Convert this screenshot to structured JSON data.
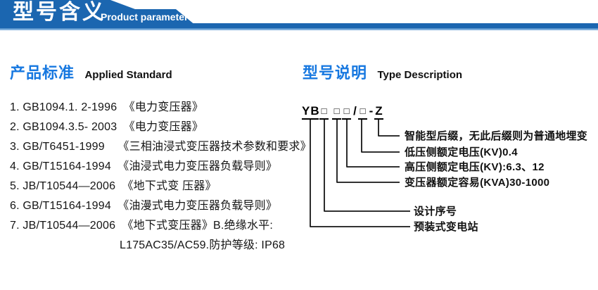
{
  "header": {
    "title_cn": "型号含义",
    "subtitle_en": "Product parameters",
    "banner_blue": "#1b66b0",
    "strip_light_blue": "#7fb0dd"
  },
  "standards": {
    "heading_cn": "产品标准",
    "heading_en": "Applied Standard",
    "items": [
      "1. GB1094.1. 2-1996  《电力变压器》",
      "2. GB1094.3.5- 2003  《电力变压器》",
      "3. GB/T6451-1999    《三相油浸式变压器技术参数和要求》",
      "4. GB/T15164-1994  《油浸式电力变压器负载导则》",
      "5. JB/T10544—2006  《地下式变 压器》",
      "6. GB/T15164-1994  《油漫式电力变压器负载导则》",
      "7. JB/T10544—2006  《地下式变压器》B.绝缘水平:"
    ],
    "continuation": "L175AC35/AC59.防护等级: IP68"
  },
  "type_description": {
    "heading_cn": "型号说明",
    "heading_en": "Type Description",
    "code": {
      "prefix": "YB",
      "box": "□",
      "slash": "/",
      "dash": "-",
      "suffix": "Z"
    },
    "labels": [
      "智能型后缀，无此后缀则为普通地埋变",
      "低压侧额定电压(KV)0.4",
      "高压侧额定电压(KV):6.3、12",
      "变压器额定容易(KVA)30-1000",
      "设计序号",
      "预装式变电站"
    ]
  }
}
